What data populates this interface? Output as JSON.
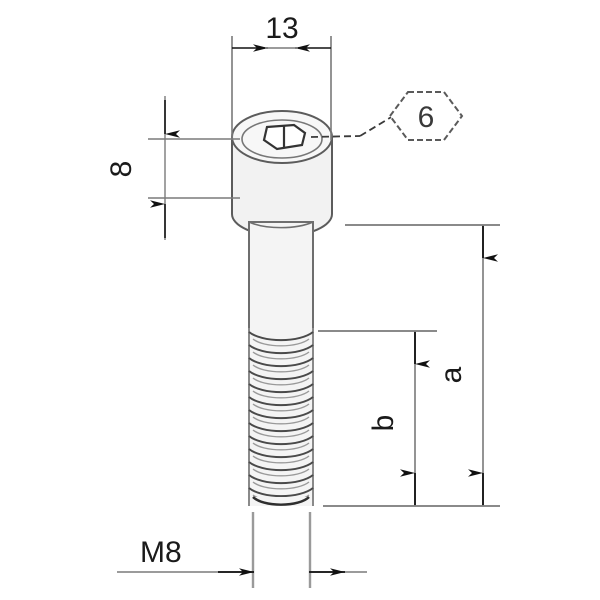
{
  "drawing": {
    "title": "socket-head-cap-screw-technical-drawing",
    "background_color": "#ffffff",
    "line_color": "#6e6e6e",
    "dark_line_color": "#3a3a3a",
    "arrow_color": "#111111",
    "text_color": "#1a1a1a",
    "fill_color": "#f2f2f2"
  },
  "dimensions": {
    "head_width": {
      "label": "13",
      "orientation": "horizontal",
      "position": "top"
    },
    "head_height": {
      "label": "8",
      "orientation": "vertical-rotated",
      "position": "left"
    },
    "total_length": {
      "label": "a",
      "orientation": "vertical-rotated",
      "position": "right-outer"
    },
    "thread_length": {
      "label": "b",
      "orientation": "vertical-rotated",
      "position": "right-inner"
    },
    "thread_spec": {
      "label": "M8",
      "orientation": "horizontal",
      "position": "bottom-left"
    }
  },
  "balloon": {
    "label": "6",
    "shape": "hexagon",
    "note": "hex socket key size callout"
  }
}
